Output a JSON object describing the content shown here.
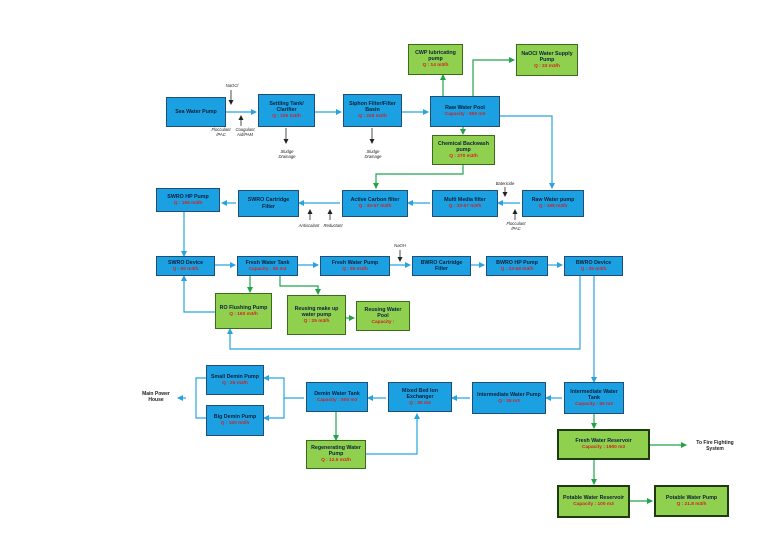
{
  "boxes": {
    "sea_water_pump": {
      "title": "Sea Water Pump",
      "flow": ""
    },
    "settling_tank": {
      "title": "Settling Tank/ Clarifier",
      "flow": "Q : 225 m3/h"
    },
    "siphon_filter": {
      "title": "Siphon Filter/Filter Basin",
      "flow": "Q : 225 m3/h"
    },
    "raw_water_pool": {
      "title": "Raw Water Pool",
      "flow": "Capacity : 550 m3"
    },
    "cwp_pump": {
      "title": "CWP lubricating pump",
      "flow": "Q : 14 m3/h"
    },
    "naocl_pump": {
      "title": "NaOCl Water Supply Pump",
      "flow": "Q : 33 m3/h"
    },
    "chemical_backwash_pump": {
      "title": "Chemical Backwash pump",
      "flow": "Q : 270 m3/h"
    },
    "raw_water_pump": {
      "title": "Raw Water pump",
      "flow": "Q : 168 m3/h"
    },
    "multi_media_filter": {
      "title": "Multi Media filter",
      "flow": "Q : 33-57 m3/h"
    },
    "active_carbon_filter": {
      "title": "Active Carbon filter",
      "flow": "Q : 33-57 m3/h"
    },
    "swro_cartridge_filter": {
      "title": "SWRO Cartridge Filter",
      "flow": ""
    },
    "swro_hp_pump": {
      "title": "SWRO HP Pump",
      "flow": "Q : 165 m3/h"
    },
    "swro_device": {
      "title": "SWRO Device",
      "flow": "Q : 50 m3/h"
    },
    "fresh_water_tank": {
      "title": "Fresh Water Tank",
      "flow": "Capacity : 50 m3"
    },
    "fresh_water_pump": {
      "title": "Fresh Water Pump",
      "flow": "Q : 50 m3/h"
    },
    "bwro_cartridge_filter": {
      "title": "BWRO Cartridge Filter",
      "flow": ""
    },
    "bwro_hp_pump": {
      "title": "BWRO HP Pump",
      "flow": "Q : 23-58 m3/h"
    },
    "bwro_device": {
      "title": "BWRO Device",
      "flow": "Q : 35 m3/h"
    },
    "ro_flushing_pump": {
      "title": "RO Flushing Pump",
      "flow": "Q : 160 m3/h"
    },
    "reusing_makeup_pump": {
      "title": "Reusing make up water pump",
      "flow": "Q : 25 m3/h"
    },
    "reusing_water_pool": {
      "title": "Reusing Water Pool",
      "flow": "Capacity :"
    },
    "small_demin_pump": {
      "title": "Small Demin Pump",
      "flow": "Q : 25 m3/h"
    },
    "big_demin_pump": {
      "title": "Big Demin Pump",
      "flow": "Q : 100 m3/h"
    },
    "demin_water_tank": {
      "title": "Demin Water Tank",
      "flow": "Capacity : 500 m3"
    },
    "mixed_bed_exchanger": {
      "title": "Mixed Bed Ion Exchanger",
      "flow": "Q : 35 m3"
    },
    "intermediate_water_pump": {
      "title": "Intermediate Water Pump",
      "flow": "Q : 35 m3"
    },
    "intermediate_water_tank": {
      "title": "Intermediate Water Tank",
      "flow": "Capacity : 50 m3"
    },
    "regenerating_pump": {
      "title": "Regenerating Water Pump",
      "flow": "Q : 12.5 m3/h"
    },
    "fresh_water_reservoir": {
      "title": "Fresh Water Reservoir",
      "flow": "Capacity : 1900 m3"
    },
    "potable_water_reservoir": {
      "title": "Potable Water Reservoir",
      "flow": "Capacity : 100 m3"
    },
    "potable_water_pump": {
      "title": "Potable Water Pump",
      "flow": "Q : 21.8 m3/h"
    }
  },
  "labels": {
    "naocl_top": "NaOCl",
    "flocculant_1": "Flocculant /PAC",
    "coagulant": "Coagulant Aid/PAM",
    "sludge_1": "Sludge Drainage",
    "sludge_2": "Sludge Drainage",
    "biocide": "Batericide",
    "flocculant_2": "Flocculant /PAC",
    "antiscalant": "Antiscalant",
    "reductant": "Reductant",
    "naoh": "NaOH"
  },
  "externals": {
    "main_power_house": "Main Power House",
    "fire_fighting": "To Fire Fighting System"
  },
  "colors": {
    "blue_line": "#29a3e0",
    "green_line": "#22a34a",
    "black_line": "#222222"
  }
}
